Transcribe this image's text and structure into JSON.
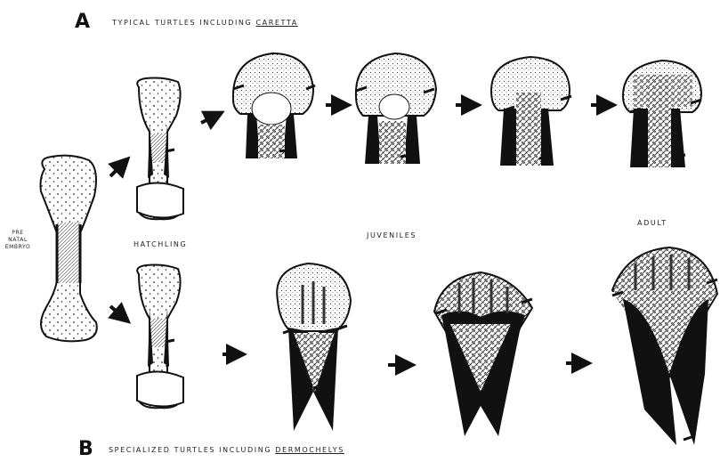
{
  "panel_a": {
    "letter": "A",
    "caption_prefix": "TYPICAL TURTLES INCLUDING",
    "caption_taxon": "CARETTA"
  },
  "panel_b": {
    "letter": "B",
    "caption_prefix": "SPECIALIZED TURTLES INCLUDING",
    "caption_taxon": "DERMOCHELYS"
  },
  "labels": {
    "pre_line1": "PRE",
    "pre_line2": "NATAL",
    "pre_line3": "EMBRYO",
    "hatchling": "HATCHLING",
    "juveniles": "JUVENILES",
    "adult": "ADULT"
  }
}
